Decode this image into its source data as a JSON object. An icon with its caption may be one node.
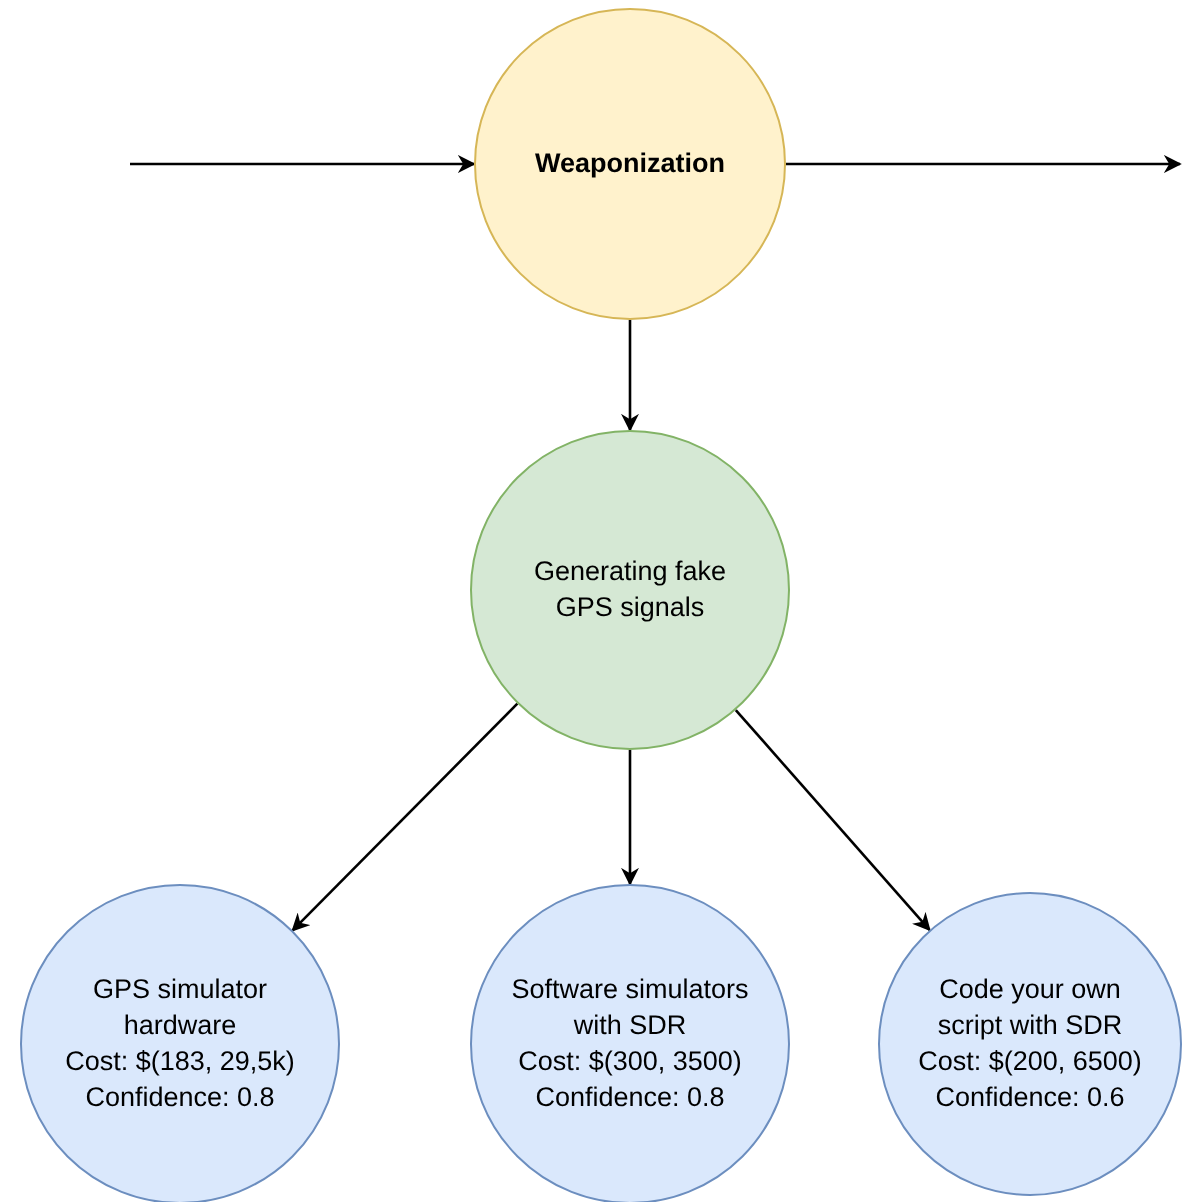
{
  "diagram": {
    "nodes": [
      {
        "text": [
          "Weaponization"
        ]
      },
      {
        "text": [
          "Generating fake GPS signals"
        ]
      },
      {
        "text": [
          "GPS simulator hardware",
          "Cost: $(183, 29,5k)",
          "Confidence: 0.8"
        ]
      },
      {
        "text": [
          "Software simulators with SDR",
          "Cost: $(300, 3500)",
          "Confidence: 0.8"
        ]
      },
      {
        "text": [
          "Code your own script with SDR",
          "Cost: $(200, 6500)",
          "Confidence: 0.6"
        ]
      }
    ],
    "edges": [
      {
        "from": null,
        "to": 0,
        "arrow": "to"
      },
      {
        "from": 0,
        "to": null,
        "arrow": "to"
      },
      {
        "from": 0,
        "to": 1,
        "arrow": "to"
      },
      {
        "from": 1,
        "to": 2,
        "arrow": "to"
      },
      {
        "from": 1,
        "to": 3,
        "arrow": "to"
      },
      {
        "from": 1,
        "to": 4,
        "arrow": "to"
      }
    ]
  }
}
